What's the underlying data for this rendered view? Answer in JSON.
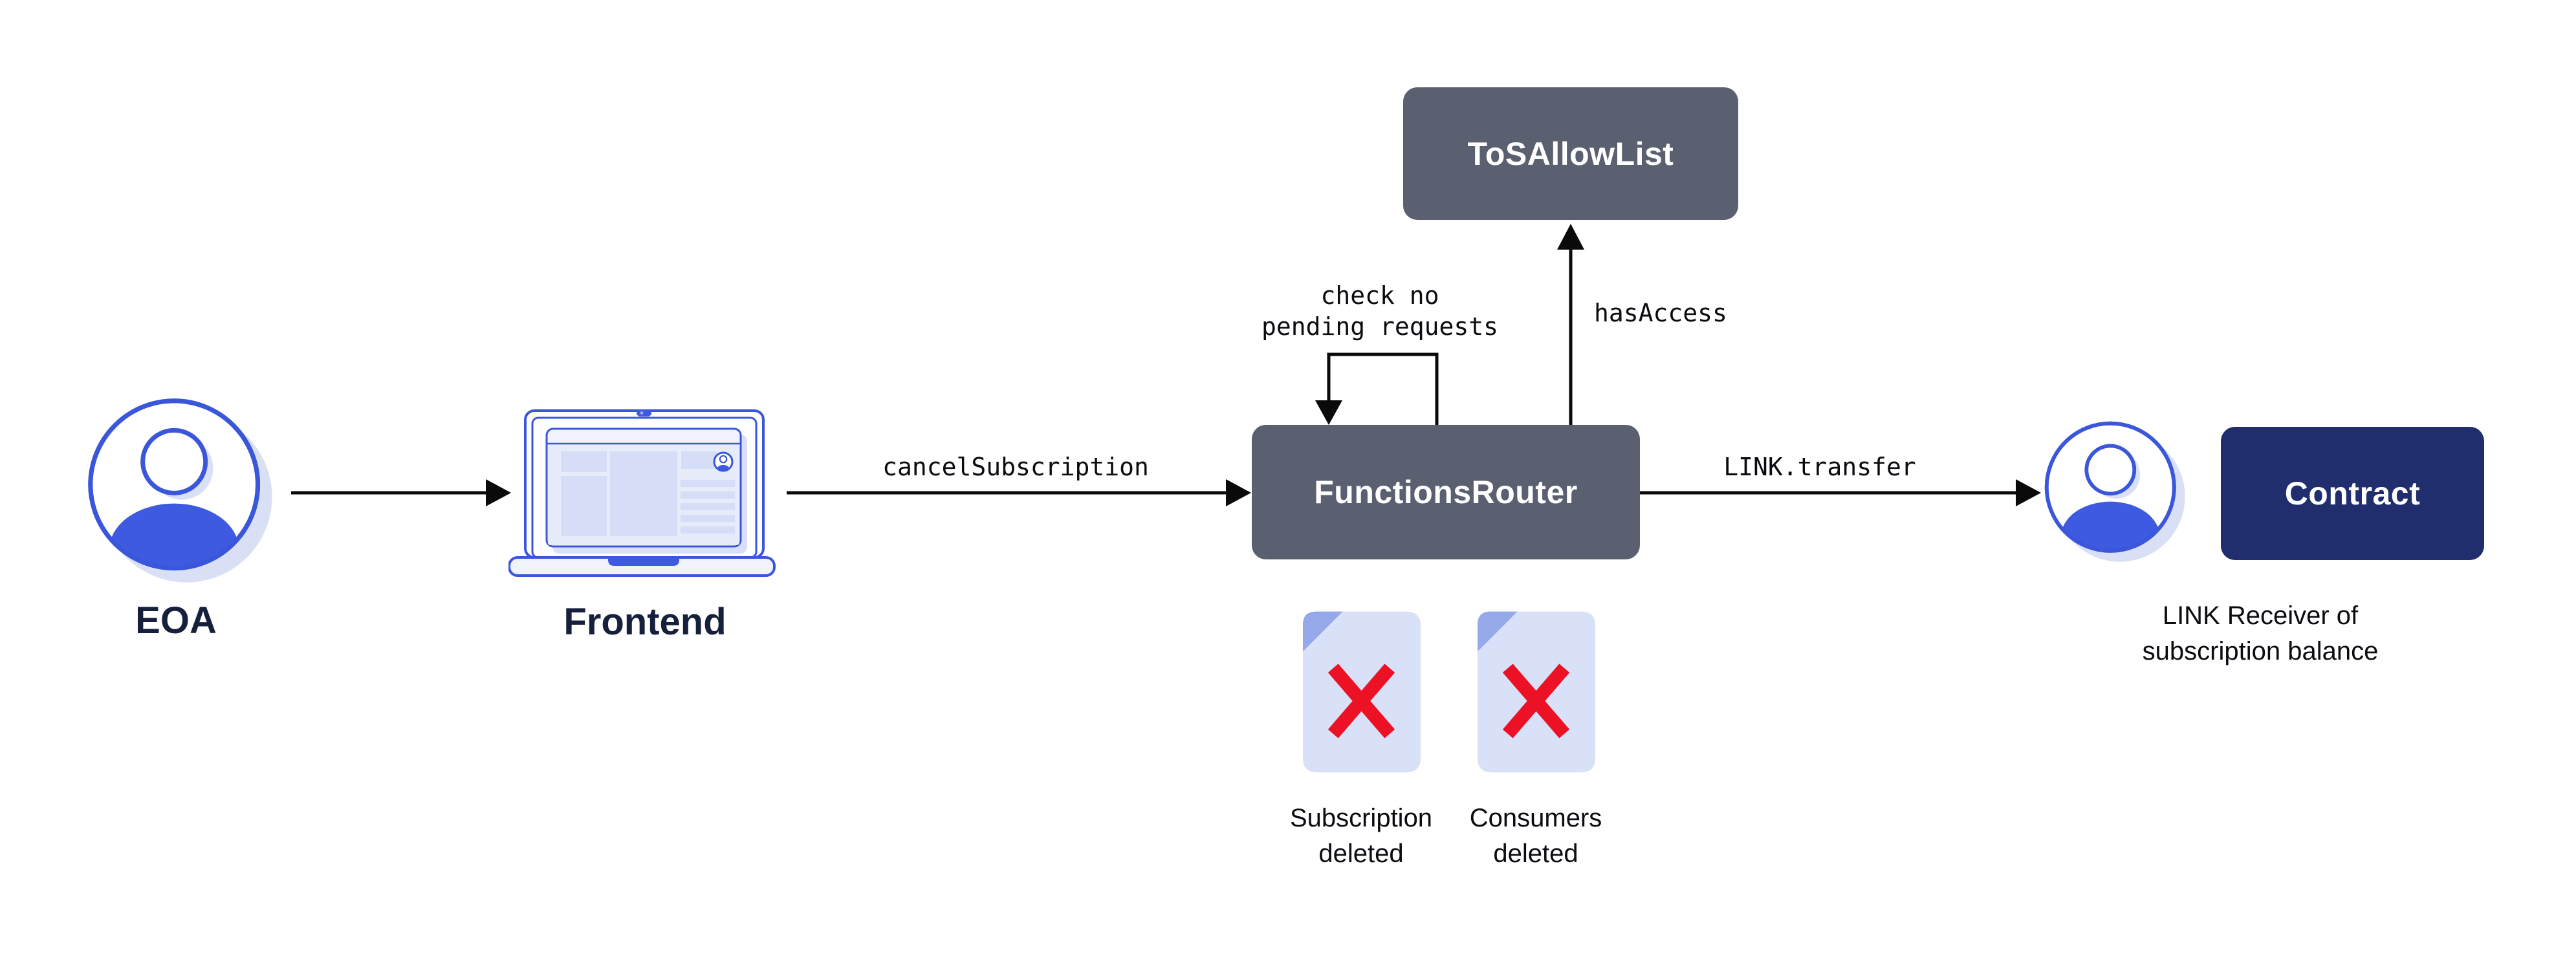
{
  "diagram": {
    "nodes": {
      "eoa": {
        "label": "EOA"
      },
      "frontend": {
        "label": "Frontend"
      },
      "functions_router": {
        "label": "FunctionsRouter"
      },
      "tos_allow_list": {
        "label": "ToSAllowList"
      },
      "contract": {
        "label": "Contract"
      },
      "link_receiver": {
        "line1": "LINK Receiver of",
        "line2": "subscription balance"
      }
    },
    "edges": {
      "frontend_call": {
        "label": "cancelSubscription"
      },
      "self_check": {
        "line1": "check no",
        "line2": "pending requests"
      },
      "has_access": {
        "label": "hasAccess"
      },
      "link_transfer": {
        "label": "LINK.transfer"
      }
    },
    "documents": [
      {
        "line1": "Subscription",
        "line2": "deleted"
      },
      {
        "line1": "Consumers",
        "line2": "deleted"
      }
    ],
    "theme": {
      "slate_box": "#5A6070",
      "navy_box": "#212E6E",
      "icon_stroke_blue": "#3A57DB",
      "icon_fill_blue": "#3D5AE0",
      "shadow_lavender": "#D9E0F6",
      "doc_fill": "#D9E1F8",
      "doc_fold": "#95A8E9",
      "delete_red": "#EC1124",
      "arrow_black": "#0A0A0A",
      "heading_ink": "#16203A",
      "label_ink": "#0A0C10",
      "box_text": "#FFFFFF"
    }
  }
}
